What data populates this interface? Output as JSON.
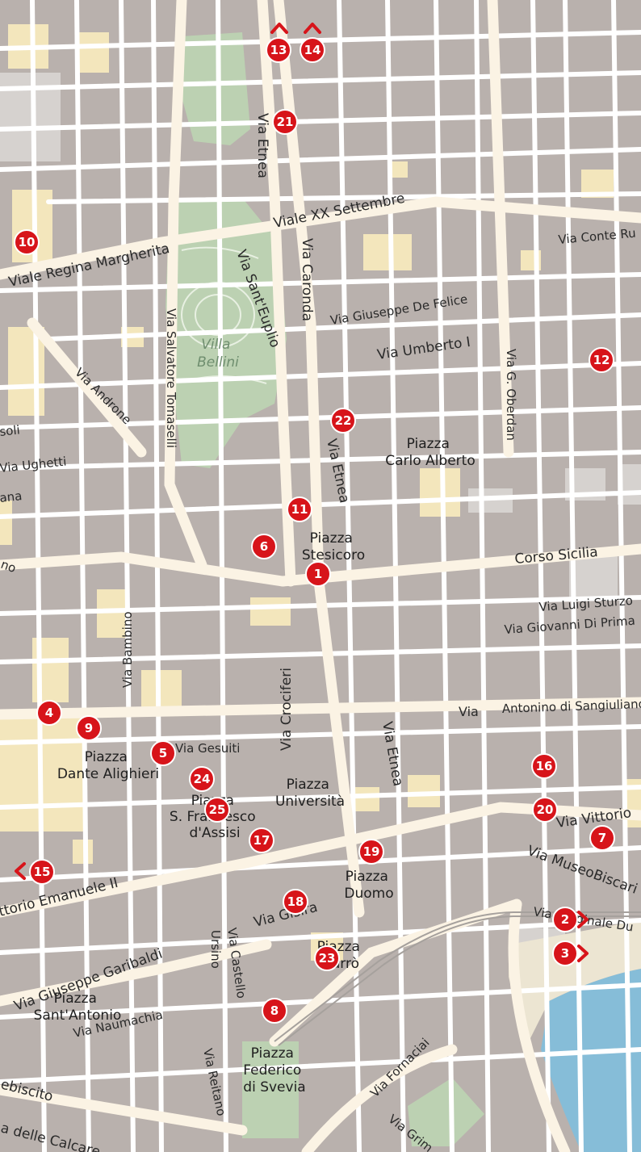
{
  "map": {
    "park_label": "Villa Bellini",
    "park_lines": [
      "Villa",
      "Bellini"
    ],
    "streets": {
      "etnea_north": "Via Etnea",
      "caronda": "Via Caronda",
      "xx_settembre": "Viale XX Settembre",
      "conte_ruggero": "Via Conte Ru",
      "regina_margherita": "Viale Regina Margherita",
      "sant_euplio": "Via Sant'Euplio",
      "salvatore_tomaselli": "Via Salvatore Tomaselli",
      "de_felice": "Via Giuseppe De Felice",
      "umberto": "Via Umberto I",
      "oberdan": "Via G. Oberdan",
      "androne": "Via Androne",
      "ughetti": "Via Ughetti",
      "soli": "soli",
      "ana": "ana",
      "no": "no",
      "etnea_mid": "Via Etnea",
      "sicilia": "Corso Sicilia",
      "sturzo": "Via Luigi Sturzo",
      "di_prima": "Via Giovanni Di Prima",
      "bambino": "Via Bambino",
      "crociferi": "Via Crociferi",
      "via_left": "Via",
      "sangiuliano": "Antonino di Sangiuliano",
      "gesuiti": "Via Gesuiti",
      "etnea_south": "Via Etnea",
      "vittorio_right": "Via Vittorio",
      "museo_biscari": "Via MuseoBiscari",
      "vittorio_left": "ttorio Emanuele II",
      "cardinale": "Via Cardinale Du",
      "gisira": "Via Gisira",
      "garibaldi": "Via Giuseppe Garibaldi",
      "ursino": "Ursino",
      "castello": "Via Castello",
      "naumachia": "Via Naumachia",
      "reitano": "Via Reitano",
      "fornaciai": "Via Fornaciai",
      "grim": "Via Grim",
      "plebiscito": "ebiscito",
      "calcare": "a delle Calcare"
    },
    "places": {
      "carlo_alberto": [
        "Piazza",
        "Carlo Alberto"
      ],
      "stesicoro": [
        "Piazza",
        "Stesicoro"
      ],
      "dante": [
        "Piazza",
        "Dante Alighieri"
      ],
      "universita": [
        "Piazza",
        "Università"
      ],
      "san_francesco": [
        "Piazza",
        "S. Francesco",
        "d'Assisi"
      ],
      "duomo": [
        "Piazza",
        "Duomo"
      ],
      "carro": [
        "Piazza",
        "Carrò"
      ],
      "sant_antonio": [
        "Piazza",
        "Sant'Antonio"
      ],
      "federico": [
        "Piazza",
        "Federico",
        "di Svevia"
      ]
    },
    "markers": [
      "1",
      "2",
      "3",
      "4",
      "5",
      "6",
      "7",
      "8",
      "9",
      "10",
      "11",
      "12",
      "13",
      "14",
      "15",
      "16",
      "17",
      "18",
      "19",
      "20",
      "21",
      "22",
      "23",
      "24",
      "25"
    ],
    "colors": {
      "background": "#b9b1ad",
      "road": "#ffffff",
      "major_road": "#fbf3e4",
      "park": "#bcd1b2",
      "building": "#f3e6bc",
      "water": "#86bdd8",
      "marker": "#d7141a"
    }
  }
}
